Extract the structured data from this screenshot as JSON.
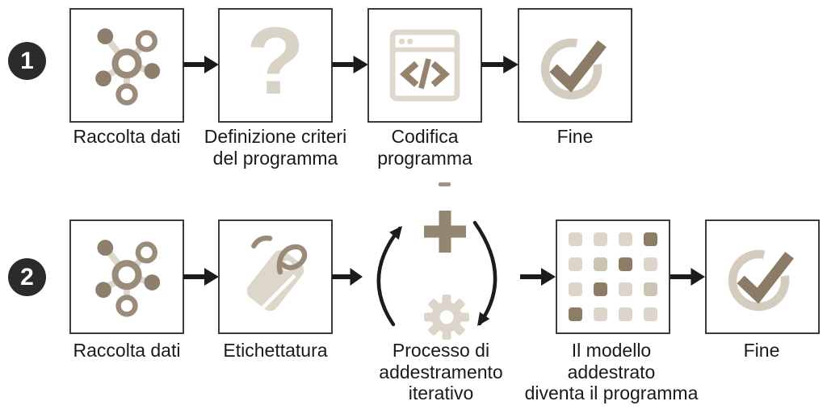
{
  "colors": {
    "icon_light": "#ddd5c9",
    "icon_mid": "#cdc3b2",
    "icon_dark": "#8d7c66",
    "icon_taupe": "#95866f",
    "ring_taupe": "#9a8b7b",
    "arrow_black": "#1b1b1b",
    "box_border": "#3c3c3c",
    "badge_bg": "#2c2b29",
    "text": "#1a1a1a"
  },
  "icons": {
    "question_glyph": "?",
    "code_glyph": "</>",
    "dash_glyph": "-"
  },
  "row1": {
    "badge": "1",
    "steps": [
      {
        "icon": "network-icon",
        "label": "Raccolta dati"
      },
      {
        "icon": "question-mark-icon",
        "label": "Definizione criteri\ndel programma"
      },
      {
        "icon": "code-window-icon",
        "label": "Codifica\nprogramma"
      },
      {
        "icon": "check-circle-icon",
        "label": "Fine"
      }
    ]
  },
  "row2": {
    "badge": "2",
    "steps": [
      {
        "icon": "network-icon",
        "label": "Raccolta dati"
      },
      {
        "icon": "tag-icon",
        "label": "Etichettatura"
      },
      {
        "icon": "iterative-cycle-icon",
        "label": "Processo di\naddestramento\niterativo"
      },
      {
        "icon": "model-grid-icon",
        "label": "Il modello\naddestrato\ndiventa il programma"
      },
      {
        "icon": "check-circle-icon",
        "label": "Fine"
      }
    ]
  },
  "model_grid": [
    [
      "l",
      "l",
      "l",
      "d"
    ],
    [
      "l",
      "m",
      "d",
      "l"
    ],
    [
      "l",
      "d",
      "l",
      "m"
    ],
    [
      "d",
      "l",
      "l",
      "l"
    ]
  ]
}
